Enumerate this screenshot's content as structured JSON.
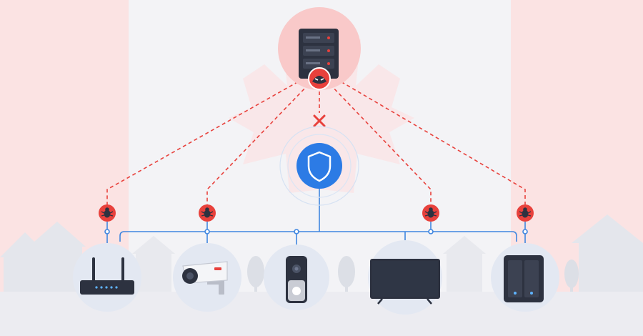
{
  "scene": {
    "flag_colors": {
      "band": "#fbe1e1",
      "leaf": "#f9dfe1"
    },
    "background": "#f3f3f6",
    "ground": "#ececf1",
    "building_color": "#dfe1e7"
  },
  "colors": {
    "threat": "#e8413c",
    "threat_glow": "#f7c0c0",
    "protect": "#2c7be5",
    "protect_line": "#3f86e0",
    "device_circle": "#e3e8f2",
    "device_dark": "#2d3240"
  },
  "server": {
    "icon": "server-icon",
    "attacker_icon": "hacker-mask-icon"
  },
  "shield": {
    "icon": "shield-icon"
  },
  "block_marker": {
    "icon": "blocked-x-icon"
  },
  "bug_icon": "virus-bug-icon",
  "devices": [
    {
      "id": "router",
      "icon": "wifi-router-icon",
      "infected": true
    },
    {
      "id": "camera",
      "icon": "security-camera-icon",
      "infected": true
    },
    {
      "id": "doorbell",
      "icon": "video-doorbell-icon",
      "infected": false
    },
    {
      "id": "tv",
      "icon": "smart-tv-icon",
      "infected": true
    },
    {
      "id": "nas",
      "icon": "network-storage-icon",
      "infected": true
    }
  ]
}
